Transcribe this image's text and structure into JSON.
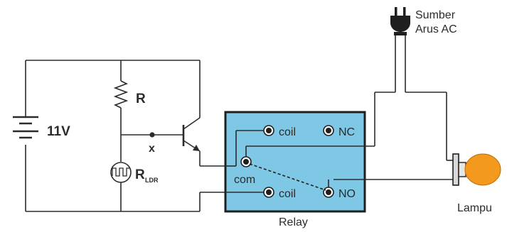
{
  "battery": {
    "voltage": "11V"
  },
  "resistor": {
    "label": "R"
  },
  "node": {
    "label": "x"
  },
  "ldr": {
    "label_main": "R",
    "label_sub": "LDR"
  },
  "relay": {
    "label": "Relay",
    "coil_top": "coil",
    "coil_bottom": "coil",
    "nc": "NC",
    "no": "NO",
    "com": "com",
    "colors": {
      "body": "#7ec8e6",
      "border": "#1f1f1f"
    }
  },
  "ac_source": {
    "line1": "Sumber",
    "line2": "Arus AC"
  },
  "lamp": {
    "label": "Lampu",
    "bulb_color": "#f39a1e"
  }
}
